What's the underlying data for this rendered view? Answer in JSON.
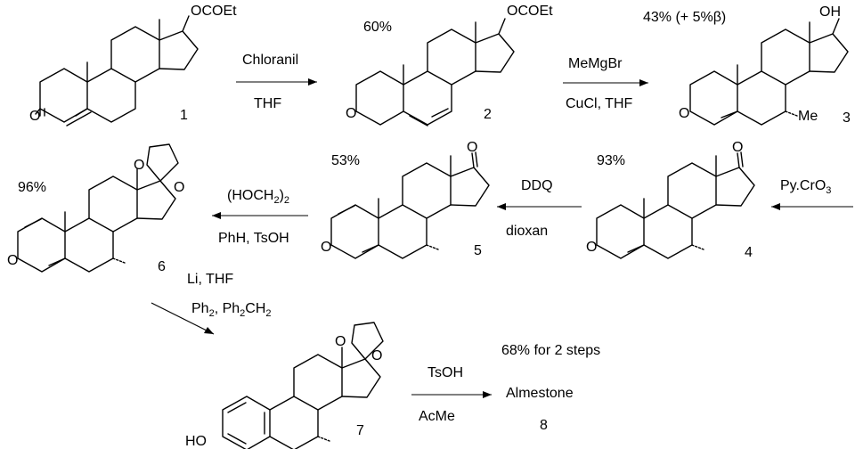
{
  "compounds": {
    "c1": {
      "number": "1",
      "substituent": "OCOEt",
      "o_label": "O"
    },
    "c2": {
      "number": "2",
      "yield": "60%",
      "substituent": "OCOEt",
      "o_label": "O"
    },
    "c3": {
      "number": "3",
      "yield": "43% (+ 5%β)",
      "substituent": "OH",
      "methyl": "Me",
      "o_label": "O"
    },
    "c4": {
      "number": "4",
      "yield": "93%",
      "o_label": "O",
      "keto_label": "O"
    },
    "c5": {
      "number": "5",
      "yield": "53%",
      "o_label": "O",
      "keto_label": "O"
    },
    "c6": {
      "number": "6",
      "yield": "96%",
      "o_label": "O",
      "ketal_o1": "O",
      "ketal_o2": "O"
    },
    "c7": {
      "number": "7",
      "ho_label": "HO",
      "ketal_o1": "O",
      "ketal_o2": "O"
    },
    "c8": {
      "number": "8",
      "name": "Almestone",
      "yield": "68% for 2 steps"
    }
  },
  "steps": [
    {
      "above": "Chloranil",
      "below": "THF"
    },
    {
      "above": "MeMgBr",
      "below": "CuCl, THF"
    },
    {
      "above": "Py.CrO",
      "above_sub": "3",
      "below": ""
    },
    {
      "above": "DDQ",
      "below": "dioxan"
    },
    {
      "above_a": "(HOCH",
      "above_sub": "2",
      "above_b": ")",
      "above_sub2": "2",
      "below": "PhH, TsOH"
    },
    {
      "above": "Li, THF",
      "below_a": "Ph",
      "below_sub": "2",
      "below_b": ", Ph",
      "below_sub2": "2",
      "below_c": "CH",
      "below_sub3": "2"
    },
    {
      "above": "TsOH",
      "below": "AcMe"
    }
  ]
}
